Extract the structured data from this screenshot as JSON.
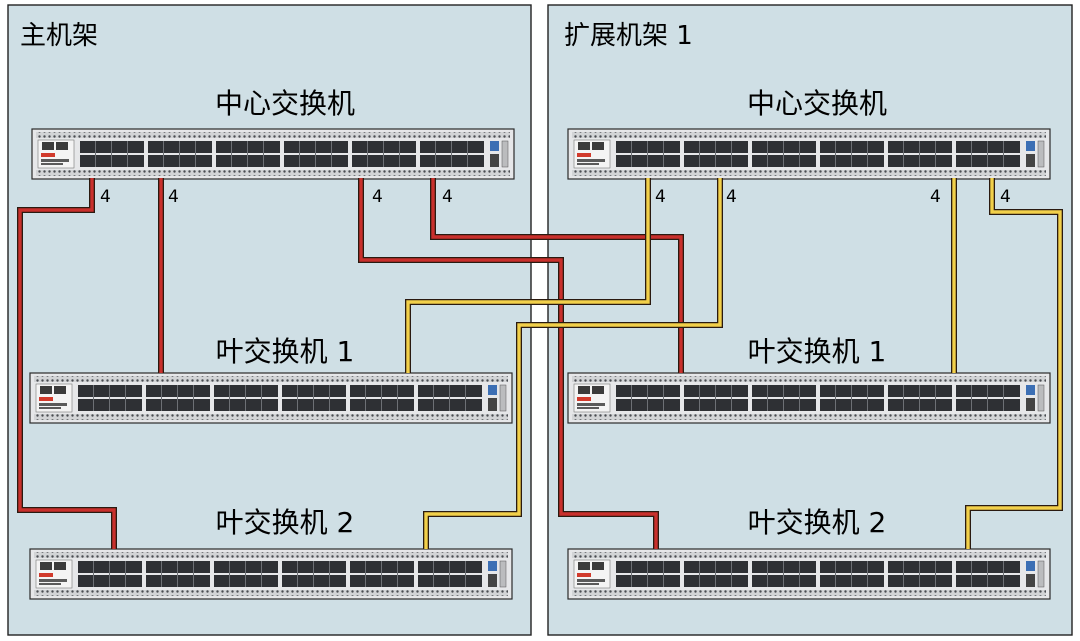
{
  "racks": {
    "main": {
      "title": "主机架"
    },
    "expansion": {
      "title": "扩展机架 1"
    }
  },
  "switches": {
    "main_spine": {
      "label": "中心交换机"
    },
    "main_leaf1": {
      "label": "叶交换机 1"
    },
    "main_leaf2": {
      "label": "叶交换机 2"
    },
    "exp_spine": {
      "label": "中心交换机"
    },
    "exp_leaf1": {
      "label": "叶交换机 1"
    },
    "exp_leaf2": {
      "label": "叶交换机 2"
    }
  },
  "cable_counts": {
    "main_to_main_leaf2": "4",
    "main_to_main_leaf1": "4",
    "main_to_exp_leaf2": "4",
    "main_to_exp_leaf1": "4",
    "exp_to_main_leaf1": "4",
    "exp_to_main_leaf2": "4",
    "exp_to_exp_leaf1": "4",
    "exp_to_exp_leaf2": "4"
  },
  "colors": {
    "rack_background": "#cfdfe5",
    "cable_main_spine": "#c9302c",
    "cable_expansion_spine": "#f2d04a"
  }
}
